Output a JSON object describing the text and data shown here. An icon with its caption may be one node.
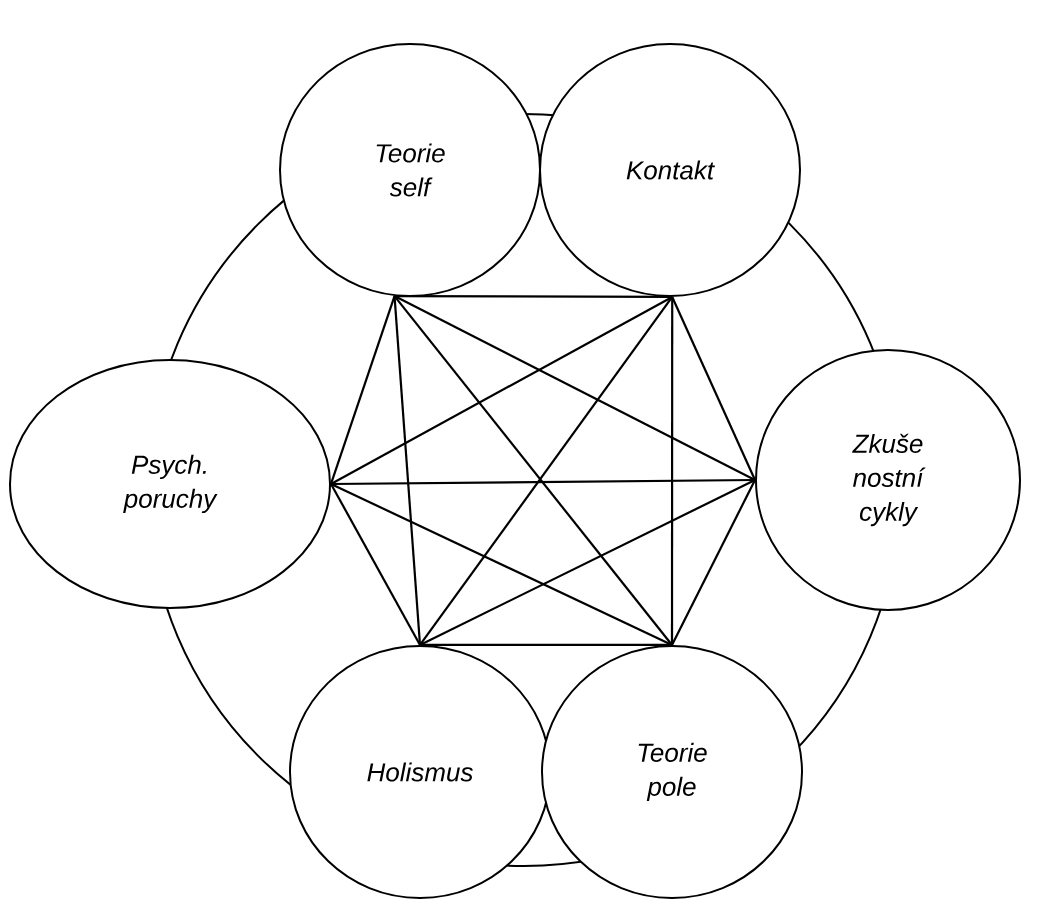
{
  "diagram": {
    "nodes": [
      {
        "text": [
          "Teorie self"
        ]
      },
      {
        "text": [
          "Kontakt"
        ]
      },
      {
        "text": [
          "Psych. poruchy"
        ]
      },
      {
        "text": [
          "Zkuše nostní cykly"
        ]
      },
      {
        "text": [
          "Holismus"
        ]
      },
      {
        "text": [
          "Teorie pole"
        ]
      }
    ],
    "edges": [
      {
        "from": 0,
        "to": 1,
        "arrow": "none"
      },
      {
        "from": 0,
        "to": 2,
        "arrow": "none"
      },
      {
        "from": 0,
        "to": 3,
        "arrow": "none"
      },
      {
        "from": 0,
        "to": 4,
        "arrow": "none"
      },
      {
        "from": 0,
        "to": 5,
        "arrow": "none"
      },
      {
        "from": 1,
        "to": 2,
        "arrow": "none"
      },
      {
        "from": 1,
        "to": 3,
        "arrow": "none"
      },
      {
        "from": 1,
        "to": 4,
        "arrow": "none"
      },
      {
        "from": 1,
        "to": 5,
        "arrow": "none"
      },
      {
        "from": 2,
        "to": 3,
        "arrow": "none"
      },
      {
        "from": 2,
        "to": 4,
        "arrow": "none"
      },
      {
        "from": 2,
        "to": 5,
        "arrow": "none"
      },
      {
        "from": 3,
        "to": 4,
        "arrow": "none"
      },
      {
        "from": 3,
        "to": 5,
        "arrow": "none"
      },
      {
        "from": 4,
        "to": 5,
        "arrow": "none"
      }
    ]
  }
}
